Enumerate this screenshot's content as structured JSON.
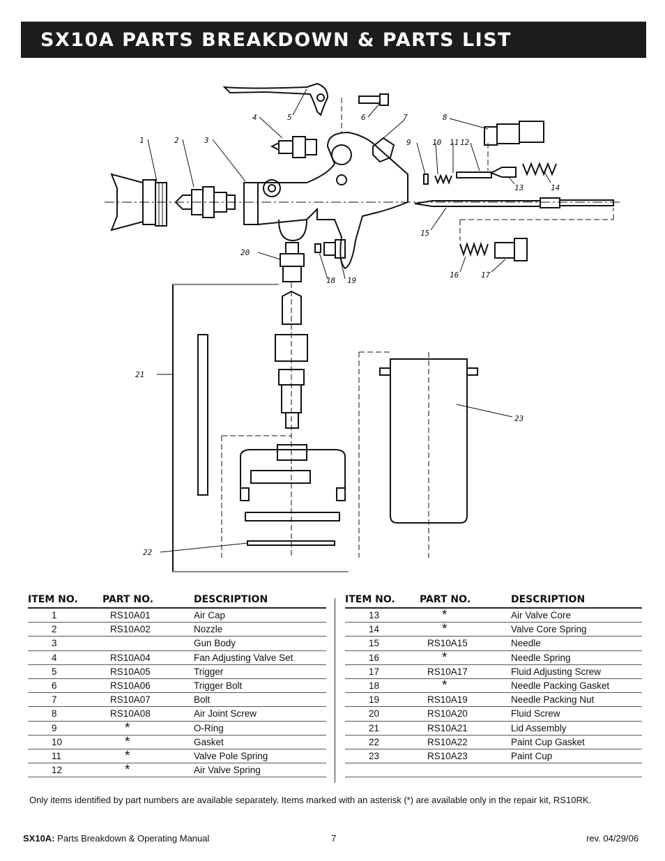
{
  "header": {
    "title": "SX10A PARTS BREAKDOWN & PARTS LIST"
  },
  "diagram": {
    "callouts": [
      "1",
      "2",
      "3",
      "4",
      "5",
      "6",
      "7",
      "8",
      "9",
      "10",
      "11",
      "12",
      "13",
      "14",
      "15",
      "16",
      "17",
      "18",
      "19",
      "20",
      "21",
      "22",
      "23"
    ]
  },
  "table": {
    "headers": [
      "ITEM NO.",
      "PART NO.",
      "DESCRIPTION"
    ],
    "left_rows": [
      {
        "item": "1",
        "part": "RS10A01",
        "desc": "Air Cap"
      },
      {
        "item": "2",
        "part": "RS10A02",
        "desc": "Nozzle"
      },
      {
        "item": "3",
        "part": "",
        "desc": "Gun Body"
      },
      {
        "item": "4",
        "part": "RS10A04",
        "desc": "Fan Adjusting Valve Set"
      },
      {
        "item": "5",
        "part": "RS10A05",
        "desc": "Trigger"
      },
      {
        "item": "6",
        "part": "RS10A06",
        "desc": "Trigger Bolt"
      },
      {
        "item": "7",
        "part": "RS10A07",
        "desc": "Bolt"
      },
      {
        "item": "8",
        "part": "RS10A08",
        "desc": "Air Joint Screw"
      },
      {
        "item": "9",
        "part": "*",
        "desc": "O-Ring"
      },
      {
        "item": "10",
        "part": "*",
        "desc": "Gasket"
      },
      {
        "item": "11",
        "part": "*",
        "desc": "Valve Pole Spring"
      },
      {
        "item": "12",
        "part": "*",
        "desc": "Air Valve Spring"
      }
    ],
    "right_rows": [
      {
        "item": "13",
        "part": "*",
        "desc": "Air Valve Core"
      },
      {
        "item": "14",
        "part": "*",
        "desc": "Valve Core Spring"
      },
      {
        "item": "15",
        "part": "RS10A15",
        "desc": "Needle"
      },
      {
        "item": "16",
        "part": "*",
        "desc": "Needle Spring"
      },
      {
        "item": "17",
        "part": "RS10A17",
        "desc": "Fluid Adjusting Screw"
      },
      {
        "item": "18",
        "part": "*",
        "desc": "Needle Packing Gasket"
      },
      {
        "item": "19",
        "part": "RS10A19",
        "desc": "Needle Packing Nut"
      },
      {
        "item": "20",
        "part": "RS10A20",
        "desc": "Fluid Screw"
      },
      {
        "item": "21",
        "part": "RS10A21",
        "desc": "Lid Assembly"
      },
      {
        "item": "22",
        "part": "RS10A22",
        "desc": "Paint Cup Gasket"
      },
      {
        "item": "23",
        "part": "RS10A23",
        "desc": "Paint Cup"
      },
      {
        "item": "",
        "part": "",
        "desc": ""
      }
    ]
  },
  "note": "Only items identified by part numbers are available separately. Items marked with an asterisk (*) are available only in the repair kit, RS10RK.",
  "footer": {
    "model": "SX10A:",
    "doc_title": "Parts Breakdown & Operating Manual",
    "page_number": "7",
    "revision": "rev. 04/29/06"
  }
}
